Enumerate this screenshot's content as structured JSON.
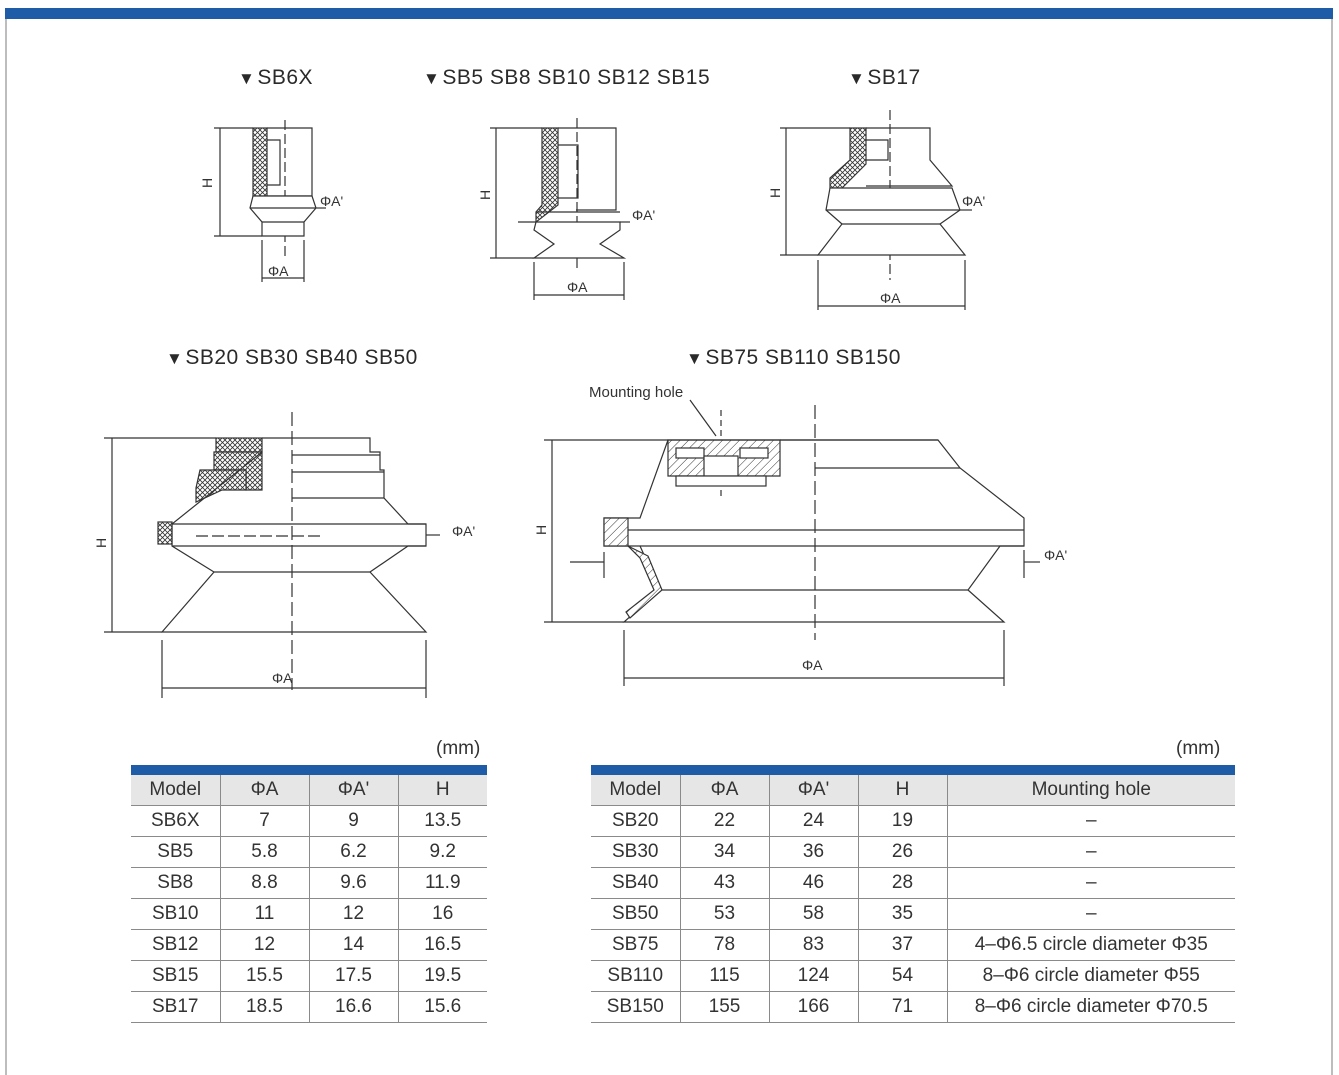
{
  "figures": {
    "sb6x_title": "SB6X",
    "sb5_title": "SB5 SB8 SB10 SB12 SB15",
    "sb17_title": "SB17",
    "sb20_title": "SB20 SB30 SB40 SB50",
    "sb75_title": "SB75 SB110 SB150",
    "mounting_hole_label": "Mounting hole",
    "dim_h": "H",
    "dim_a": "ΦA",
    "dim_a_prime": "ΦA'"
  },
  "table_left": {
    "unit": "(mm)",
    "headers": [
      "Model",
      "ΦA",
      "ΦA'",
      "H"
    ],
    "rows": [
      [
        "SB6X",
        "7",
        "9",
        "13.5"
      ],
      [
        "SB5",
        "5.8",
        "6.2",
        "9.2"
      ],
      [
        "SB8",
        "8.8",
        "9.6",
        "11.9"
      ],
      [
        "SB10",
        "11",
        "12",
        "16"
      ],
      [
        "SB12",
        "12",
        "14",
        "16.5"
      ],
      [
        "SB15",
        "15.5",
        "17.5",
        "19.5"
      ],
      [
        "SB17",
        "18.5",
        "16.6",
        "15.6"
      ]
    ]
  },
  "table_right": {
    "unit": "(mm)",
    "headers": [
      "Model",
      "ΦA",
      "ΦA'",
      "H",
      "Mounting hole"
    ],
    "rows": [
      [
        "SB20",
        "22",
        "24",
        "19",
        "–"
      ],
      [
        "SB30",
        "34",
        "36",
        "26",
        "–"
      ],
      [
        "SB40",
        "43",
        "46",
        "28",
        "–"
      ],
      [
        "SB50",
        "53",
        "58",
        "35",
        "–"
      ],
      [
        "SB75",
        "78",
        "83",
        "37",
        "4–Φ6.5 circle diameter Φ35"
      ],
      [
        "SB110",
        "115",
        "124",
        "54",
        "8–Φ6 circle diameter Φ55"
      ],
      [
        "SB150",
        "155",
        "166",
        "71",
        "8–Φ6 circle diameter Φ70.5"
      ]
    ]
  },
  "colors": {
    "accent": "#1f5ca8",
    "header_bg": "#e6e6e6",
    "line": "#333333"
  }
}
